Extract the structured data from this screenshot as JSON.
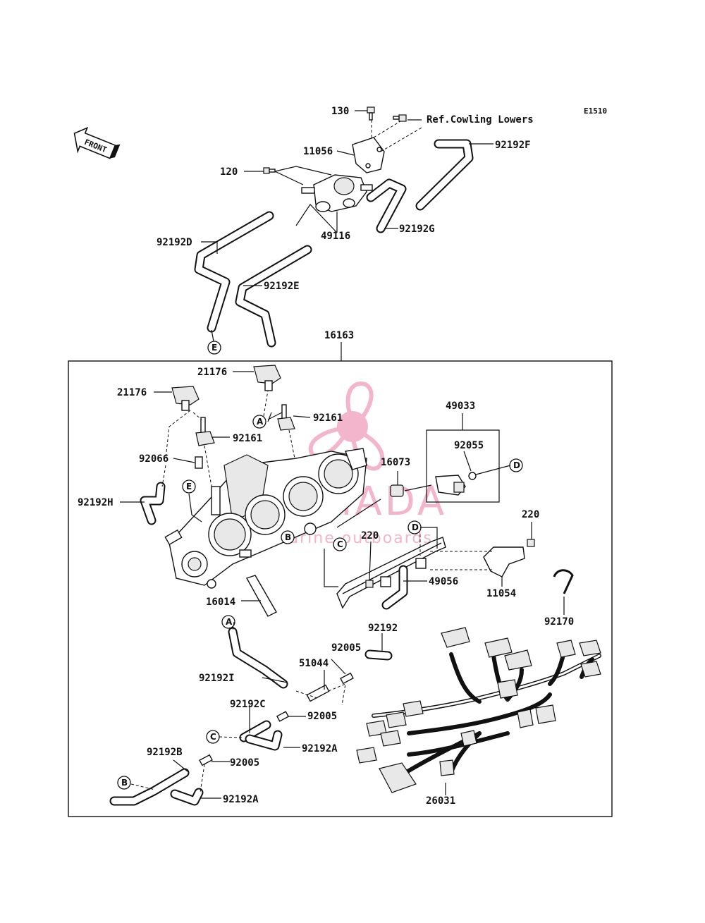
{
  "diagram_code": "E1510",
  "front_label": "FRONT",
  "assembly_number": "16163",
  "reference_note": "Ref.Cowling Lowers",
  "callouts": [
    "A",
    "B",
    "C",
    "D",
    "E"
  ],
  "parts": {
    "p130": "130",
    "p11056": "11056",
    "p120": "120",
    "p49116": "49116",
    "p92192D": "92192D",
    "p92192E": "92192E",
    "p92192F": "92192F",
    "p92192G": "92192G",
    "p21176a": "21176",
    "p21176b": "21176",
    "p92161a": "92161",
    "p92161b": "92161",
    "p92066": "92066",
    "p92192H": "92192H",
    "p49033": "49033",
    "p92055": "92055",
    "p16073": "16073",
    "p220a": "220",
    "p220b": "220",
    "p49056": "49056",
    "p11054": "11054",
    "p16014": "16014",
    "p92170": "92170",
    "p92192": "92192",
    "p92005a": "92005",
    "p51044": "51044",
    "p92192I": "92192I",
    "p92192C": "92192C",
    "p92005b": "92005",
    "p92192A1": "92192A",
    "p92192B": "92192B",
    "p92005c": "92005",
    "p92192A2": "92192A",
    "p26031": "26031"
  },
  "watermark": {
    "brand": "ARMADA",
    "tagline": "marine outboards",
    "color": "#f1a9c3"
  }
}
